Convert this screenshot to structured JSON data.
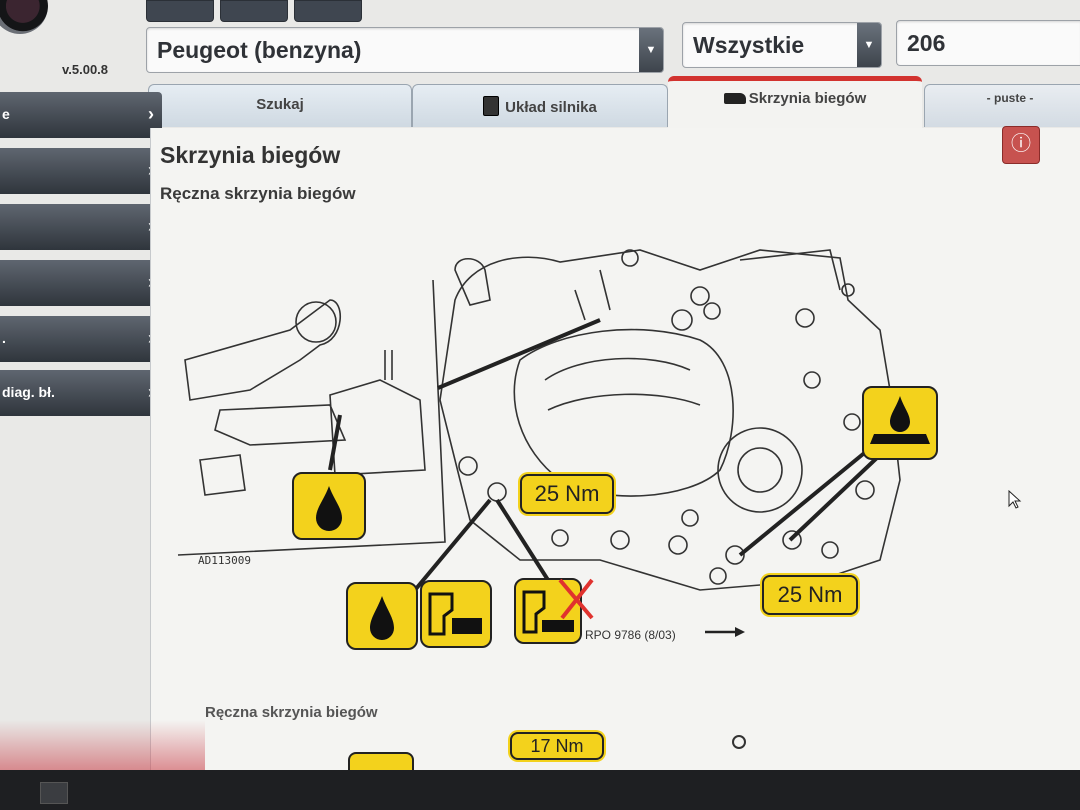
{
  "app": {
    "version": "v.5.00.8",
    "logo_icon": "brand-logo-icon"
  },
  "selectors": {
    "brand": "Peugeot (benzyna)",
    "filter": "Wszystkie",
    "model": "206"
  },
  "tabs": [
    {
      "label": "Szukaj",
      "icon": ""
    },
    {
      "label": "Układ silnika",
      "icon": "engine-layout-icon"
    },
    {
      "label": "Skrzynia biegów",
      "icon": "oil-can-icon"
    },
    {
      "label": "- puste -",
      "icon": ""
    }
  ],
  "sidebar": {
    "items": [
      {
        "label": "e"
      },
      {
        "label": ""
      },
      {
        "label": ""
      },
      {
        "label": ""
      },
      {
        "label": "."
      },
      {
        "label": "diag. bł."
      }
    ]
  },
  "content": {
    "title": "Skrzynia biegów",
    "subtitle": "Ręczna skrzynia biegów",
    "section_title": "Ręczna skrzynia biegów",
    "figure_id": "AD113009",
    "rpo": "RPO 9786 (8/03)",
    "torques": [
      "25 Nm",
      "25 Nm",
      "17 Nm"
    ]
  },
  "colors": {
    "accent_tab": "#d2332f",
    "callout_yellow": "#f3d21c"
  }
}
